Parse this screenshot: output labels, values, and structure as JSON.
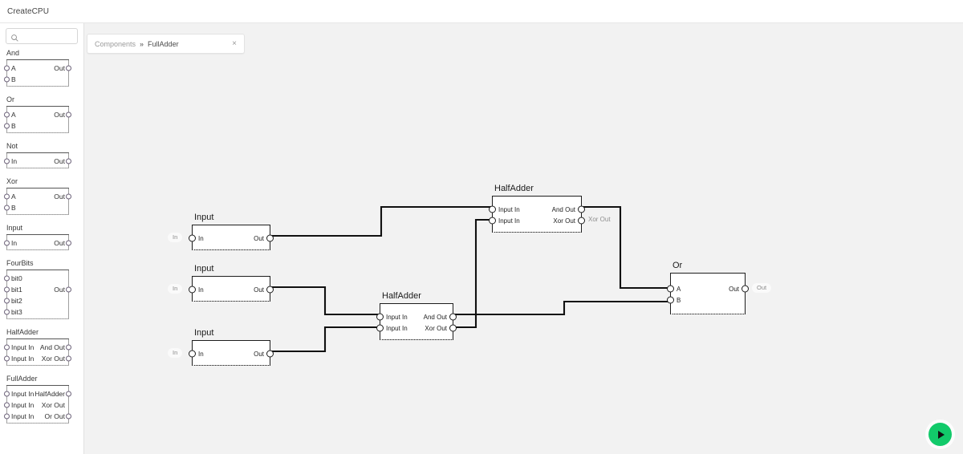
{
  "app": {
    "title": "CreateCPU"
  },
  "sidebar": {
    "search": {
      "placeholder": "",
      "value": "",
      "icon": "search-icon"
    },
    "palette": [
      {
        "name": "And",
        "inputs": [
          "A",
          "B"
        ],
        "outputs": [
          "Out"
        ],
        "center": ""
      },
      {
        "name": "Or",
        "inputs": [
          "A",
          "B"
        ],
        "outputs": [
          "Out"
        ],
        "center": ""
      },
      {
        "name": "Not",
        "inputs": [
          "In"
        ],
        "outputs": [
          "Out"
        ],
        "center": ""
      },
      {
        "name": "Xor",
        "inputs": [
          "A",
          "B"
        ],
        "outputs": [
          "Out"
        ],
        "center": ""
      },
      {
        "name": "Input",
        "inputs": [
          "In"
        ],
        "outputs": [
          "Out"
        ],
        "center": ""
      },
      {
        "name": "FourBits",
        "inputs": [
          "bit0",
          "bit1",
          "bit2",
          "bit3"
        ],
        "outputs": [
          "Out"
        ],
        "center": ""
      },
      {
        "name": "HalfAdder",
        "inputs": [
          "Input In",
          "Input In"
        ],
        "outputs": [
          "And Out",
          "Xor Out"
        ],
        "center": ""
      },
      {
        "name": "FullAdder",
        "inputs": [
          "Input In",
          "Input In",
          "Input In"
        ],
        "outputs": [
          "HalfAdder",
          "Xor Out",
          "Or Out"
        ],
        "center": ""
      }
    ]
  },
  "breadcrumb": {
    "root": "Components",
    "separator": "»",
    "current": "FullAdder",
    "close": "×"
  },
  "graph": {
    "nodes": [
      {
        "id": "input1",
        "title": "Input",
        "ext_left": "In",
        "ext_right": "",
        "inputs": [
          "In"
        ],
        "outputs": [
          "Out"
        ]
      },
      {
        "id": "input2",
        "title": "Input",
        "ext_left": "In",
        "ext_right": "",
        "inputs": [
          "In"
        ],
        "outputs": [
          "Out"
        ]
      },
      {
        "id": "input3",
        "title": "Input",
        "ext_left": "In",
        "ext_right": "",
        "inputs": [
          "In"
        ],
        "outputs": [
          "Out"
        ]
      },
      {
        "id": "halfadder1",
        "title": "HalfAdder",
        "ext_left": "",
        "ext_right": "Xor Out",
        "inputs": [
          "Input In",
          "Input In"
        ],
        "outputs": [
          "And Out",
          "Xor Out"
        ]
      },
      {
        "id": "halfadder2",
        "title": "HalfAdder",
        "ext_left": "",
        "ext_right": "",
        "inputs": [
          "Input In",
          "Input In"
        ],
        "outputs": [
          "And Out",
          "Xor Out"
        ]
      },
      {
        "id": "or1",
        "title": "Or",
        "ext_left": "",
        "ext_right": "Out",
        "inputs": [
          "A",
          "B"
        ],
        "outputs": [
          "Out"
        ]
      }
    ]
  },
  "run_button": {
    "label": "run",
    "icon": "play-icon",
    "color": "#12ca6a"
  },
  "colors": {
    "canvas_bg": "#f2f2f2",
    "panel_bg": "#ffffff",
    "wire": "#111111",
    "accent": "#12ca6a"
  }
}
